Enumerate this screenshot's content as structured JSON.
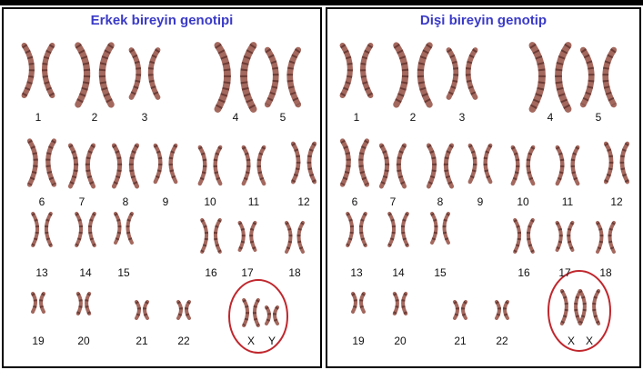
{
  "colors": {
    "title": "#3a3ac8",
    "chromosome": "#a3685e",
    "band": "#5b2e28",
    "circle": "#c0272d"
  },
  "panels": [
    {
      "title": "Erkek bireyin genotipi",
      "labels": [
        "1",
        "2",
        "3",
        "4",
        "5",
        "6",
        "7",
        "8",
        "9",
        "10",
        "11",
        "12",
        "13",
        "14",
        "15",
        "16",
        "17",
        "18",
        "19",
        "20",
        "21",
        "22",
        "X",
        "Y"
      ]
    },
    {
      "title": "Dişi bireyin genotip",
      "labels": [
        "1",
        "2",
        "3",
        "4",
        "5",
        "6",
        "7",
        "8",
        "9",
        "10",
        "11",
        "12",
        "13",
        "14",
        "15",
        "16",
        "17",
        "18",
        "19",
        "20",
        "21",
        "22",
        "X",
        "X"
      ]
    }
  ]
}
